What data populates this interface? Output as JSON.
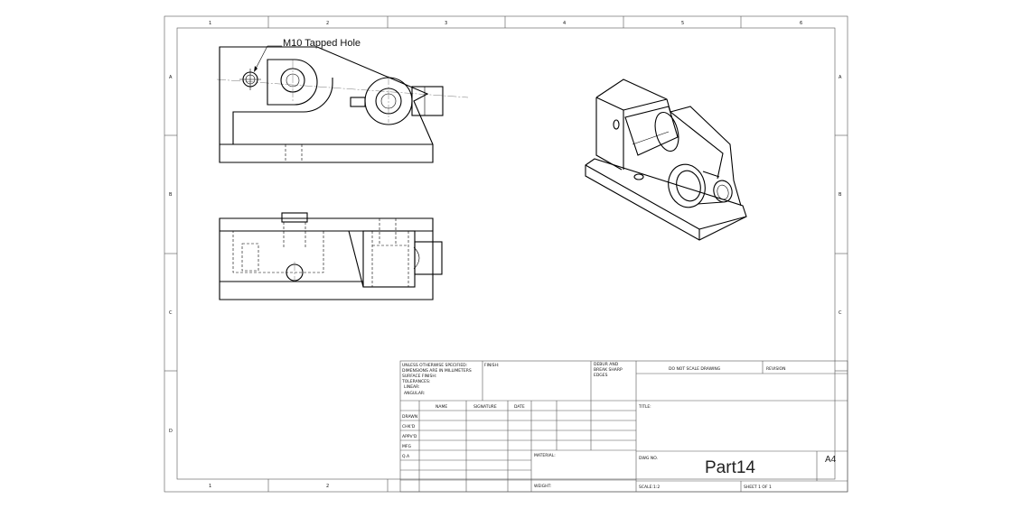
{
  "frame": {
    "top_zones": [
      "1",
      "2",
      "3",
      "4",
      "5",
      "6"
    ],
    "bottom_zones": [
      "1",
      "2"
    ],
    "side_zones": [
      "A",
      "B",
      "C",
      "D"
    ]
  },
  "note": {
    "tapped_hole": "M10 Tapped Hole"
  },
  "title_block": {
    "general_note": [
      "UNLESS OTHERWISE SPECIFIED:",
      "DIMENSIONS ARE IN MILLIMETERS",
      "SURFACE FINISH:",
      "TOLERANCES:",
      "LINEAR:",
      "ANGULAR:"
    ],
    "finish_label": "FINISH:",
    "deburr_note": [
      "DEBUR AND",
      "BREAK SHARP",
      "EDGES"
    ],
    "do_not_scale": "DO NOT SCALE DRAWING",
    "revision_label": "REVISION",
    "col_headers": [
      "NAME",
      "SIGNATURE",
      "DATE"
    ],
    "row_labels": [
      "DRAWN",
      "CHK'D",
      "APPV'D",
      "MFG",
      "Q.A"
    ],
    "title_label": "TITLE:",
    "material_label": "MATERIAL:",
    "weight_label": "WEIGHT:",
    "dwg_no_label": "DWG NO.",
    "part_name": "Part14",
    "sheet_size": "A4",
    "scale_label": "SCALE:1:2",
    "sheet_label": "SHEET 1 OF 1"
  }
}
